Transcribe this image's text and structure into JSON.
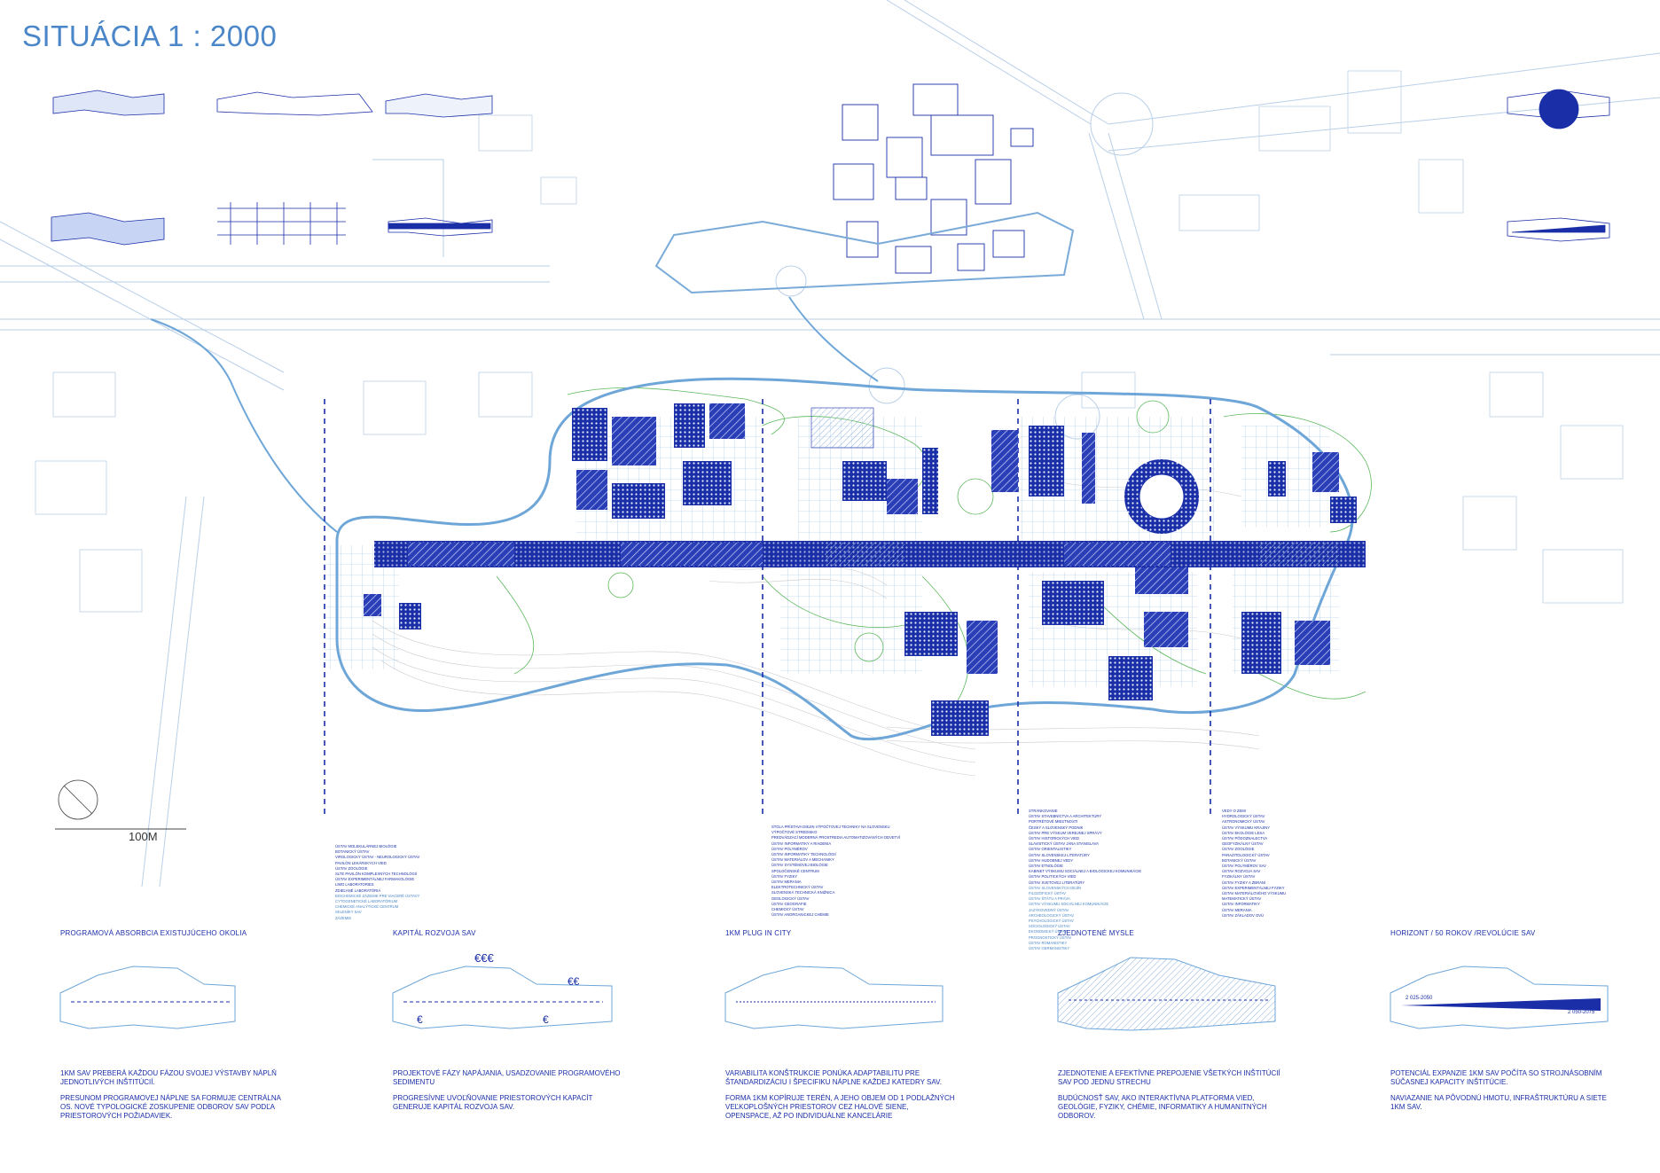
{
  "title": "SITUÁCIA 1 : 2000",
  "scale_label": "100M",
  "colors": {
    "main_blue": "#1a2ea8",
    "light_blue": "#6ea6d8",
    "green": "#5cb85c",
    "road": "#8fb8e0"
  },
  "steps": [
    {
      "title": "PROGRAMOVÁ ABSORBCIA EXISTUJÚCEHO OKOLIA",
      "p1": "1KM SAV PREBERÁ KAŽDOU FÁZOU SVOJEJ VÝSTAVBY NÁPLŇ JEDNOTLIVÝCH INŠTITÚCIÍ.",
      "p2": "PRESUNOM PROGRAMOVEJ NÁPLNE SA FORMUJE CENTRÁLNA OS. NOVÉ TYPOLOGICKÉ ZOSKUPENIE ODBOROV SAV PODĽA PRIESTOROVÝCH POŽIADAVIEK."
    },
    {
      "title": "KAPITÁL ROZVOJA SAV",
      "p1": "PROJEKTOVÉ FÁZY NAPÁJANIA, USADZOVANIE PROGRAMOVÉHO SEDIMENTU",
      "p2": "PROGRESÍVNE UVOĽŇOVANIE PRIESTOROVÝCH KAPACÍT GENERUJE KAPITÁL ROZVOJA SAV."
    },
    {
      "title": "1KM PLUG IN CITY",
      "p1": "VARIABILITA KONŠTRUKCIE PONÚKA ADAPTABILITU PRE ŠTANDARDIZÁCIU I ŠPECIFIKU NÁPLNE KAŽDEJ KATEDRY SAV.",
      "p2": "FORMA 1KM KOPÍRUJE TERÉN, A JEHO OBJEM OD 1 PODLAŽNÝCH VEĽKOPLOŠNÝCH PRIESTOROV CEZ HALOVÉ SIENE, OPENSPACE, AŽ PO INDIVIDUÁLNE KANCELÁRIE"
    },
    {
      "title": "ZJEDNOTENÉ MYSLE",
      "p1": "ZJEDNOTENIE A EFEKTÍVNE PREPOJENIE VŠETKÝCH INŠTITÚCIÍ SAV POD JEDNU STRECHU",
      "p2": "BUDÚCNOSŤ SAV, AKO INTERAKTÍVNA PLATFORMA VIED, GEOLÓGIE, FYZIKY, CHÉMIE, INFORMATIKY A HUMANITNÝCH ODBOROV."
    },
    {
      "title": "HORIZONT / 50 ROKOV /REVOLÚCIE SAV",
      "p1": "POTENCIÁL EXPANZIE 1KM SAV POČÍTA SO STROJNÁSOBNÍM SÚČASNEJ KAPACITY INŠTITÚCIE.",
      "p2": "NAVIAZANIE NA PÔVODNÚ HMOTU, INFRAŠTRUKTÚRU A SIETE 1KM SAV."
    }
  ],
  "diagram_labels": {
    "capital_1": "€€€",
    "capital_2": "€€",
    "capital_3": "€",
    "capital_4": "€",
    "horizon_1": "2 025-2050",
    "horizon_2": "2 050-2075"
  },
  "lists": [
    [
      "ÚSTAV MOLEKULÁRNEJ BIOLÓGIE",
      "BOTANICKÝ ÚSTAV",
      "VIROLOGICKÝ ÚSTAV - NEUROLOGICKÝ ÚSTAV",
      "PAVILÓN LEKÁRSKYCH VIED",
      "ÚSTAV ZOOLÓGIE",
      "SLTE PAVILÓN KOMPLEXNÝCH TECHNOLÓGIÍ",
      "ÚSTAV EXPERIMENTÁLNEJ FARMAKOLÓGIE",
      "LIMO LABORATORIES",
      "ZDIEĽANÉ LABORATÓRIÁ",
      "BIOCHEMICKÉ ZÁZEMIE PRE VIACERÉ ÚSTAVY",
      "CYTOGENETICKÉ LABORATÓRIUM",
      "CHEMICKÉ ANALÝTICKÉ CENTRUM",
      "SKLENÍKY SAV",
      "ZÁZEMIE"
    ],
    [
      "STOLA PRÍSTAVA DIEJIN VÝPOČTOVEJ TECHNIKY NA SLOVENSKU",
      "VÝPOČTOVÉ STREDISKO",
      "PREDVÁDZACÍ MODERNÁ PROSTREDIA AUTOMATIZOVANÝCH ODVETVÍ",
      "ÚSTAV INFORMATIKY A RIADENIA",
      "ÚSTAV POLYMÉROV",
      "ÚSTAV INFORMATIKY TECHNOLÓGIÍ",
      "ÚSTAV MATERIÁLOV A MECHANIKY",
      "ÚSTAV SYSTÉMOVEJ BIOLÓGIE",
      "SPOLOČENSKÉ CENTRUM",
      "ÚSTAV FYZIKY",
      "ÚSTAV MERANIA",
      "ELEKTROTECHNICKÝ ÚSTAV",
      "SLOVENSKÁ TECHNICKÁ KNIŽNICA",
      "GEOLOGICKÝ ÚSTAV",
      "ÚSTAV GEOGRAFIE",
      "CHEMICKÝ ÚSTAV",
      "ÚSTAV ANORGANICKEJ CHÉMIE"
    ],
    [
      "STRÁNKOVANIE",
      "ÚSTAV STAVEBNÍCTVA A ARCHITEKTÚRY",
      "PORTRÉTOVÉ MIESTNOSTI",
      "ČESKÝ A SLOVENSKÝ PODNIK",
      "ÚSTAV PRE VÝSKUM VEREJNEJ SPRÁVY",
      "ÚSTAV HISTORICKÝCH VIED",
      "SLAVISTICKÝ ÚSTAV JÁNA STANISLAVA",
      "ÚSTAV ORIENTALISTIKY",
      "ÚSTAV SLOVENSKEJ LITERATÚRY",
      "ÚSTAV HUDOBNEJ VEDY",
      "ÚSTAV ETNOLÓGIE",
      "KABINET VÝSKUMU SOCIÁLNEJ A BIOLOGICKEJ KOMUNIKÁCIE",
      "ÚSTAV POLITICKÝCH VIED",
      "ÚSTAV SVETOVEJ LITERATÚRY",
      "ÚSTAV SLOVENSKÝCH DEJÍN",
      "FILOZOFICKÝ ÚSTAV",
      "ÚSTAV ŠTÁTU A PRÁVA",
      "ÚSTAV VÝSKUMU SOCIÁLNEJ KOMUNIKÁCIE",
      "JAZYKOVEDNÝ ÚSTAV",
      "ARCHEOLOGICKÝ ÚSTAV",
      "PSYCHOLOGICKÝ ÚSTAV",
      "SOCIOLOGICKÝ ÚSTAV",
      "EKONOMICKÝ ÚSTAV",
      "PROGNOSTICKÝ ÚSTAV",
      "ÚSTAV ROMANISTIKY",
      "ÚSTAV GERMANISTIKY"
    ],
    [
      "VEDY O ZEMI",
      "HYDROLOGICKÝ ÚSTAV",
      "ASTRONOMICKÝ ÚSTAV",
      "ÚSTAV VÝSKUMU KRAJINY",
      "ÚSTAV EKOLÓGIE LESA",
      "ÚSTAV PÔDOZNALECTVA",
      "GEOFYZIKÁLNY ÚSTAV",
      "ÚSTAV ZOOLÓGIE",
      "PARAZITOLOGICKÝ ÚSTAV",
      "BOTANICKÝ ÚSTAV",
      "ÚSTAV POLYMÉROV SAV",
      "ÚSTAV ROZVOJA SAV",
      "FYZIKÁLNY ÚSTAV",
      "ÚSTAV FYZIKY A ZBRANÍ",
      "ÚSTAV EXPERIMENTÁLNEJ FYZIKY",
      "ÚSTAV MATERIÁLOVÉHO VÝSKUMU",
      "MATEMATICKÝ ÚSTAV",
      "ÚSTAV INFORMATIKY",
      "ÚSTAV MERANIA",
      "ÚSTAV ZÁKLADOV OVÚ"
    ]
  ]
}
